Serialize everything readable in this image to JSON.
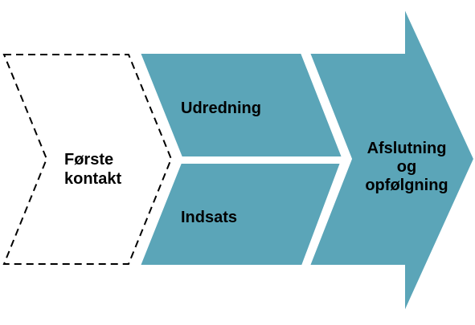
{
  "colors": {
    "fill": "#5ba5b8",
    "stroke": "#ffffff",
    "dashed_outline": "#000000",
    "text": "#000000"
  },
  "stages": {
    "first_contact": {
      "line1": "Første",
      "line2": "kontakt"
    },
    "assessment": {
      "label": "Udredning"
    },
    "intervention": {
      "label": "Indsats"
    },
    "closing": {
      "line1": "Afslutning",
      "line2": "og",
      "line3": "opfølgning"
    }
  }
}
